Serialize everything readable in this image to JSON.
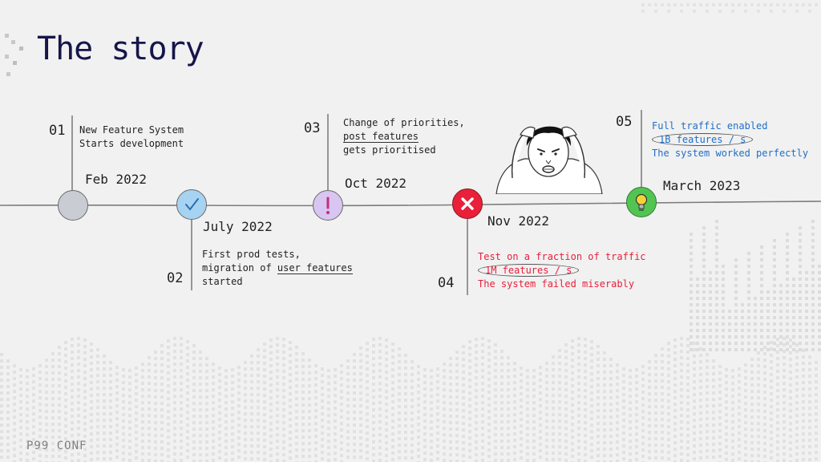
{
  "slide": {
    "title": "The story",
    "brand": "P99 CONF"
  },
  "colors": {
    "title": "#16154a",
    "node_feb": "#c9cdd3",
    "node_july": "#a7d3f2",
    "node_oct": "#d8c5f2",
    "node_nov": "#e8203a",
    "node_march": "#52c452",
    "text_red": "#e8203a",
    "text_blue": "#1f6fc8"
  },
  "events": [
    {
      "num": "01",
      "date": "Feb 2022",
      "lines": [
        "New Feature System",
        "Starts development"
      ],
      "icon": "blank-circle-icon"
    },
    {
      "num": "02",
      "date": "July 2022",
      "lines": [
        "First prod tests,",
        "migration of ",
        "user features",
        "started"
      ],
      "icon": "checkmark-icon"
    },
    {
      "num": "03",
      "date": "Oct 2022",
      "lines": [
        "Change of priorities,",
        "post features",
        "gets prioritised"
      ],
      "icon": "exclamation-icon"
    },
    {
      "num": "04",
      "date": "Nov 2022",
      "lines": [
        "Test on a fraction of traffic",
        "1M features / s",
        "The system failed miserably"
      ],
      "icon": "cross-icon"
    },
    {
      "num": "05",
      "date": "March 2023",
      "lines": [
        "Full traffic enabled",
        "1B features / s",
        "The system worked perfectly"
      ],
      "icon": "lightbulb-icon"
    }
  ],
  "icons": {
    "cartoon": "frustrated-man-illustration"
  }
}
